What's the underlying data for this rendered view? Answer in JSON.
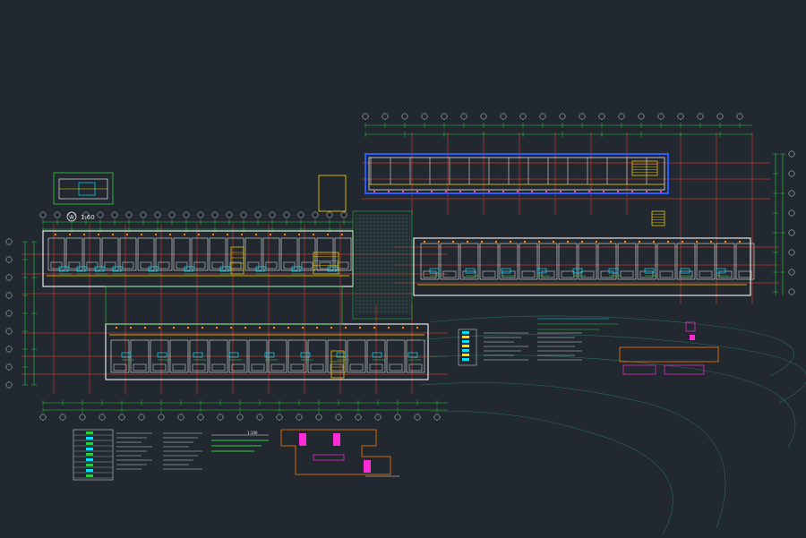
{
  "drawing": {
    "detail_label": "1:60",
    "detail_marker": "A",
    "scale_note": "1:100",
    "colors": {
      "background": "#212830",
      "grid_red": "#c0392b",
      "wall_white": "#e6e6e6",
      "green": "#2ecc40",
      "cyan": "#00e0ff",
      "yellow": "#ffd800",
      "magenta": "#ff2bd6",
      "orange": "#ff7a00",
      "blue": "#2a5bff"
    }
  }
}
